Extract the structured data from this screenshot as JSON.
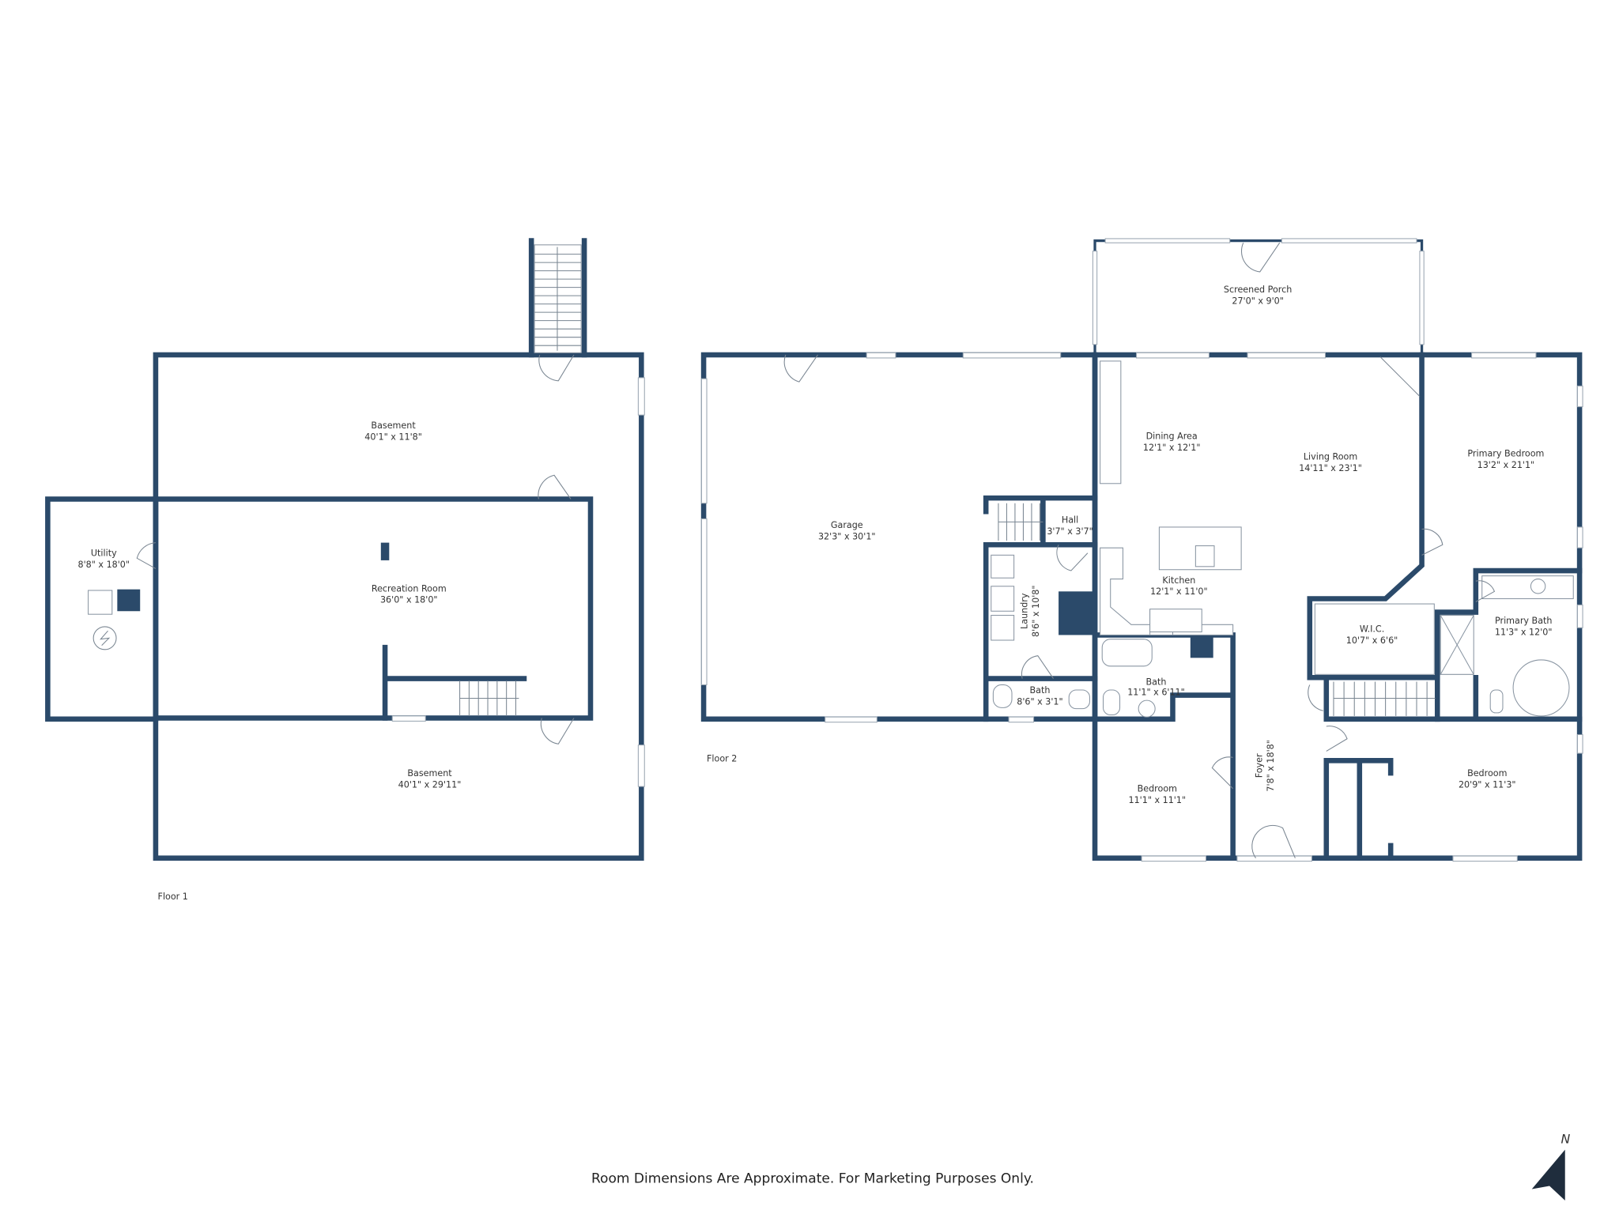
{
  "colors": {
    "wall": "#2b4a6a",
    "background": "#ffffff"
  },
  "floor1": {
    "label": "Floor 1",
    "rooms": [
      {
        "name": "Basement",
        "dims": "40'1\" x 11'8\""
      },
      {
        "name": "Recreation Room",
        "dims": "36'0\" x 18'0\""
      },
      {
        "name": "Utility",
        "dims": "8'8\" x 18'0\""
      },
      {
        "name": "Basement",
        "dims": "40'1\" x 29'11\""
      }
    ]
  },
  "floor2": {
    "label": "Floor 2",
    "rooms": [
      {
        "name": "Screened Porch",
        "dims": "27'0\" x 9'0\""
      },
      {
        "name": "Garage",
        "dims": "32'3\" x 30'1\""
      },
      {
        "name": "Dining Area",
        "dims": "12'1\" x 12'1\""
      },
      {
        "name": "Living Room",
        "dims": "14'11\" x 23'1\""
      },
      {
        "name": "Primary Bedroom",
        "dims": "13'2\" x 21'1\""
      },
      {
        "name": "Hall",
        "dims": "3'7\" x 3'7\""
      },
      {
        "name": "Kitchen",
        "dims": "12'1\" x 11'0\""
      },
      {
        "name": "Laundry",
        "dims": "8'6\" x 10'8\""
      },
      {
        "name": "W.I.C.",
        "dims": "10'7\" x 6'6\""
      },
      {
        "name": "Primary Bath",
        "dims": "11'3\" x 12'0\""
      },
      {
        "name": "Bath",
        "dims": "8'6\" x 3'1\""
      },
      {
        "name": "Bath",
        "dims": "11'1\" x 6'11\""
      },
      {
        "name": "Bedroom",
        "dims": "11'1\" x 11'1\""
      },
      {
        "name": "Foyer",
        "dims": "7'8\" x 18'8\""
      },
      {
        "name": "Bedroom",
        "dims": "20'9\" x 11'3\""
      }
    ]
  },
  "footer": {
    "disclaimer": "Room Dimensions Are Approximate. For Marketing Purposes Only."
  },
  "compass": {
    "label": "N",
    "icon": "north-arrow-icon"
  }
}
